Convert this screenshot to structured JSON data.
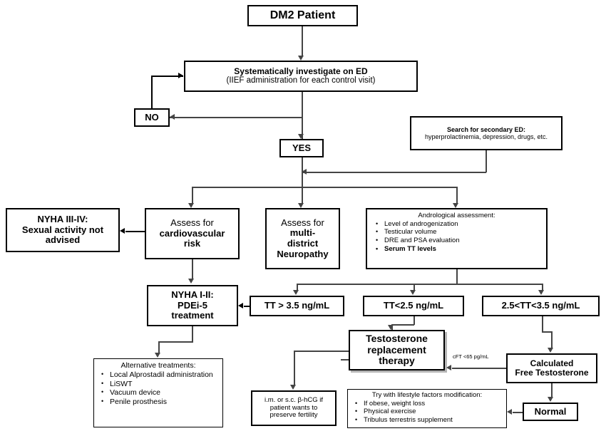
{
  "diagram": {
    "title": "DM2 Patient erectile dysfunction management flowchart",
    "nodes": {
      "dm2_patient": "DM2 Patient",
      "investigate_title": "Systematically investigate on ED",
      "investigate_sub": "(IIEF administration for each control visit)",
      "no": "NO",
      "yes": "YES",
      "secondary_ed_title": "Search for secondary ED:",
      "secondary_ed_sub": "hyperprolactinemia, depression, drugs, etc.",
      "nyha_3_4": "NYHA III-IV:\nSexual activity not advised",
      "nyha_3_4_l1": "NYHA III-IV:",
      "nyha_3_4_l2": "Sexual activity not",
      "nyha_3_4_l3": "advised",
      "assess_cv_l1": "Assess for",
      "assess_cv_l2": "cardiovascular",
      "assess_cv_l3": "risk",
      "assess_neuro_l1": "Assess for",
      "assess_neuro_l2": "multi-",
      "assess_neuro_l3": "district",
      "assess_neuro_l4": "Neuropathy",
      "andrological_header": "Andrological assessment:",
      "andrological_items": [
        "Level of androgenization",
        "Testicular volume",
        "DRE and PSA evaluation",
        "Serum TT levels"
      ],
      "nyha_1_2_l1": "NYHA I-II:",
      "nyha_1_2_l2": "PDEi-5",
      "nyha_1_2_l3": "treatment",
      "tt_high": "TT > 3.5 ng/mL",
      "tt_low": "TT<2.5 ng/mL",
      "tt_mid": "2.5<TT<3.5 ng/mL",
      "trt_l1": "Testosterone",
      "trt_l2": "replacement",
      "trt_l3": "therapy",
      "cfree_l1": "Calculated",
      "cfree_l2": "Free Testosterone",
      "normal": "Normal",
      "alt_header": "Alternative treatments:",
      "alt_items": [
        "Local Alprostadil administration",
        "LiSWT",
        "Vacuum device",
        "Penile prosthesis"
      ],
      "hcg_l1": "i.m. or s.c. β-hCG if",
      "hcg_l2": "patient wants to",
      "hcg_l3": "preserve fertility",
      "lifestyle_header": "Try with lifestyle factors modification:",
      "lifestyle_items": [
        "If obese, weight loss",
        "Physical exercise",
        "Tribulus terrestris supplement"
      ]
    },
    "edge_labels": {
      "cft": "cFT <65 pg/mL"
    },
    "colors": {
      "border": "#000000",
      "connector": "#444444",
      "background": "#ffffff",
      "text": "#000000"
    }
  }
}
